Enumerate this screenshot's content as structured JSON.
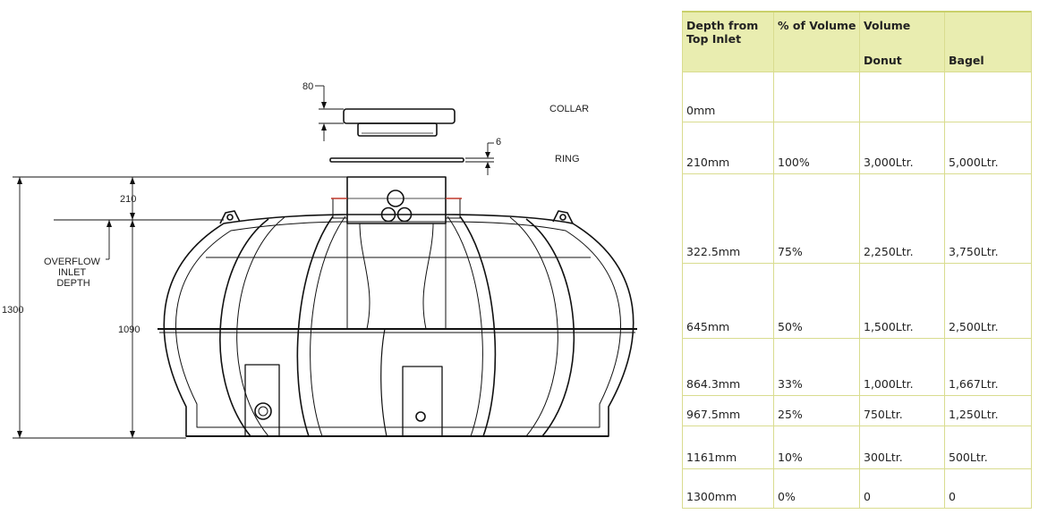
{
  "diagram": {
    "labels": {
      "collar": "COLLAR",
      "ring": "RING",
      "overflow_inlet_depth": "OVERFLOW\nINLET\nDEPTH"
    },
    "dimensions": {
      "collar_height": "80",
      "ring_thickness": "6",
      "top_to_inlet": "210",
      "total_height": "1300",
      "inlet_to_base": "1090"
    }
  },
  "table": {
    "headers": {
      "depth": "Depth from\nTop Inlet",
      "percent": "% of Volume",
      "volume": "Volume",
      "donut": "Donut",
      "bagel": "Bagel"
    },
    "rows": [
      {
        "depth": "0mm",
        "percent": "",
        "donut": "",
        "bagel": ""
      },
      {
        "depth": "210mm",
        "percent": "100%",
        "donut": "3,000Ltr.",
        "bagel": "5,000Ltr."
      },
      {
        "depth": "322.5mm",
        "percent": "75%",
        "donut": "2,250Ltr.",
        "bagel": "3,750Ltr."
      },
      {
        "depth": "645mm",
        "percent": "50%",
        "donut": "1,500Ltr.",
        "bagel": "2,500Ltr."
      },
      {
        "depth": "864.3mm",
        "percent": "33%",
        "donut": "1,000Ltr.",
        "bagel": "1,667Ltr."
      },
      {
        "depth": "967.5mm",
        "percent": "25%",
        "donut": "750Ltr.",
        "bagel": "1,250Ltr."
      },
      {
        "depth": "1161mm",
        "percent": "10%",
        "donut": "300Ltr.",
        "bagel": "500Ltr."
      },
      {
        "depth": "1300mm",
        "percent": "0%",
        "donut": "0",
        "bagel": "0"
      }
    ]
  },
  "colors": {
    "header_fill": "#e9edb0",
    "table_border": "#d9dc8f",
    "line": "#111111",
    "accent_red": "#c0392b"
  }
}
